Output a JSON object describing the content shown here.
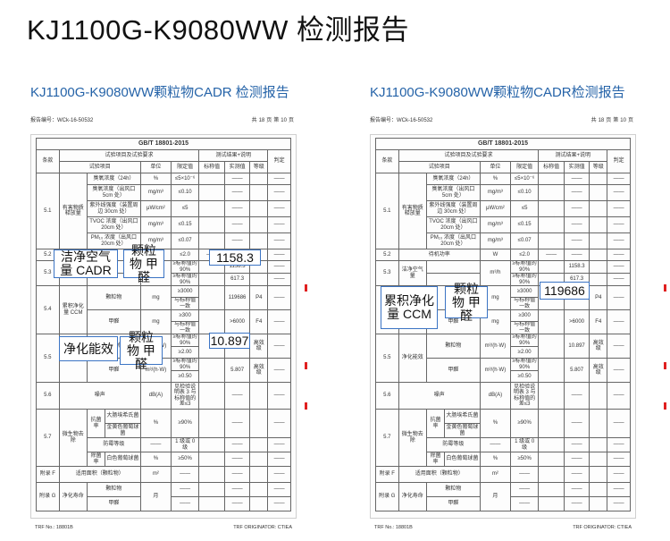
{
  "main_title": "KJ1100G-K9080WW 检测报告",
  "report_no_label": "报告编号：WCk-16-50532",
  "page_info": [
    "共",
    "18",
    "页",
    "第",
    "10",
    "页"
  ],
  "footer": {
    "left": "TRF No.: 18801B",
    "right": "TRF ORIGINATOR: CTIEA"
  },
  "panels": [
    {
      "title": "KJ1100G-K9080WW颗粒物CADR 检测报告",
      "callouts": {
        "a": "洁净空气量 CADR",
        "b": "颗粒物 甲醛",
        "c": "1158.3",
        "d": "净化能效",
        "e": "颗粒物 甲醛",
        "f": "10.897"
      }
    },
    {
      "title": "KJ1100G-K9080WW颗粒物CADR检测报告",
      "callouts": {
        "a": "累积净化量 CCM",
        "b": "颗粒物 甲醛",
        "c": "119686"
      }
    }
  ],
  "table": {
    "standard": "GB/T 18801-2015",
    "h_clause": "条款",
    "h_items": "试验项目及试验要求",
    "h_results": "测试结果+说明",
    "h_judge": "判定",
    "h_item": "试验项目",
    "h_unit": "单位",
    "h_limit": "限定值",
    "h_marked": "标称值",
    "h_measured": "实测值",
    "h_grade": "等级",
    "c51": "5.1",
    "c51_desc": "有害物质释放量",
    "r1_item": "臭氧浓度（24h）",
    "r1_unit": "%",
    "r1_limit": "≤5×10⁻⁶",
    "r2_item": "臭氧浓度（出风口 5cm 处）",
    "r2_unit": "mg/m³",
    "r2_limit": "≤0.10",
    "r3_item": "紫外线强度（装置周边 30cm 处）",
    "r3_unit": "μW/cm²",
    "r3_limit": "≤5",
    "r4_item": "TVOC 浓度（出风口 20cm 处）",
    "r4_unit": "mg/m³",
    "r4_limit": "≤0.15",
    "r5_item": "PM₁₀ 浓度（出风口 20cm 处）",
    "r5_unit": "mg/m³",
    "r5_limit": "≤0.07",
    "c52": "5.2",
    "c52_item": "待机功率",
    "c52_unit": "W",
    "c52_limit": "≤2.0",
    "c53": "5.3",
    "c53_desc": "洁净空气量",
    "c53_unit": "m³/h",
    "c53_limit_a": "≥标称值的 90%",
    "c53_limit_b": "≥标称值的 90%",
    "c53_val_a": "1158.3",
    "c53_val_b": "617.3",
    "c54": "5.4",
    "c54_desc": "累积净化量 CCM",
    "c54_pm": "颗粒物",
    "c54_hcho": "甲醛",
    "c54_unit": "mg",
    "c54_l1": "≥3000",
    "c54_l2": "与标称值一致",
    "c54_l3": "≥300",
    "c54_l4": "与标称值一致",
    "c54_v1": "119686",
    "c54_g1": "P4",
    "c54_v2": ">6000",
    "c54_g2": "F4",
    "c55": "5.5",
    "c55_desc": "净化能效",
    "c55_pm": "颗粒物",
    "c55_hcho": "甲醛",
    "c55_unit": "m³/(h·W)",
    "c55_l1": "≥标称值的 90%",
    "c55_l2": "≥2.00",
    "c55_l3": "≥标称值的 90%",
    "c55_l4": "≥0.50",
    "c55_v1": "10.897",
    "c55_g1": "高效级",
    "c55_v2": "5.807",
    "c55_g2": "高效级",
    "c56": "5.6",
    "c56_item": "噪声",
    "c56_unit": "dB(A)",
    "c56_limit": "见检验说明表 3 与标称值的差≤3",
    "c57": "5.7",
    "c57_desc": "微生物去除",
    "c57_r1": "抗菌率",
    "c57_r1a": "大肠埃希氏菌",
    "c57_r1b": "金黄色葡萄球菌",
    "c57_r1_unit": "%",
    "c57_r1_limit": "≥90%",
    "c57_r2": "防霉等级",
    "c57_r2_limit": "1 级或 0 级",
    "c57_r3": "除菌率",
    "c57_r3a": "白色葡萄球菌",
    "c57_r3_unit": "%",
    "c57_r3_limit": "≥50%",
    "cF": "附录 F",
    "cF_item": "适用面积（颗粒物）",
    "cF_unit": "m²",
    "cG": "附录 G",
    "cG_desc": "净化寿命",
    "cG_pm": "颗粒物",
    "cG_hcho": "甲醛",
    "cG_unit": "月",
    "dash": "——"
  }
}
